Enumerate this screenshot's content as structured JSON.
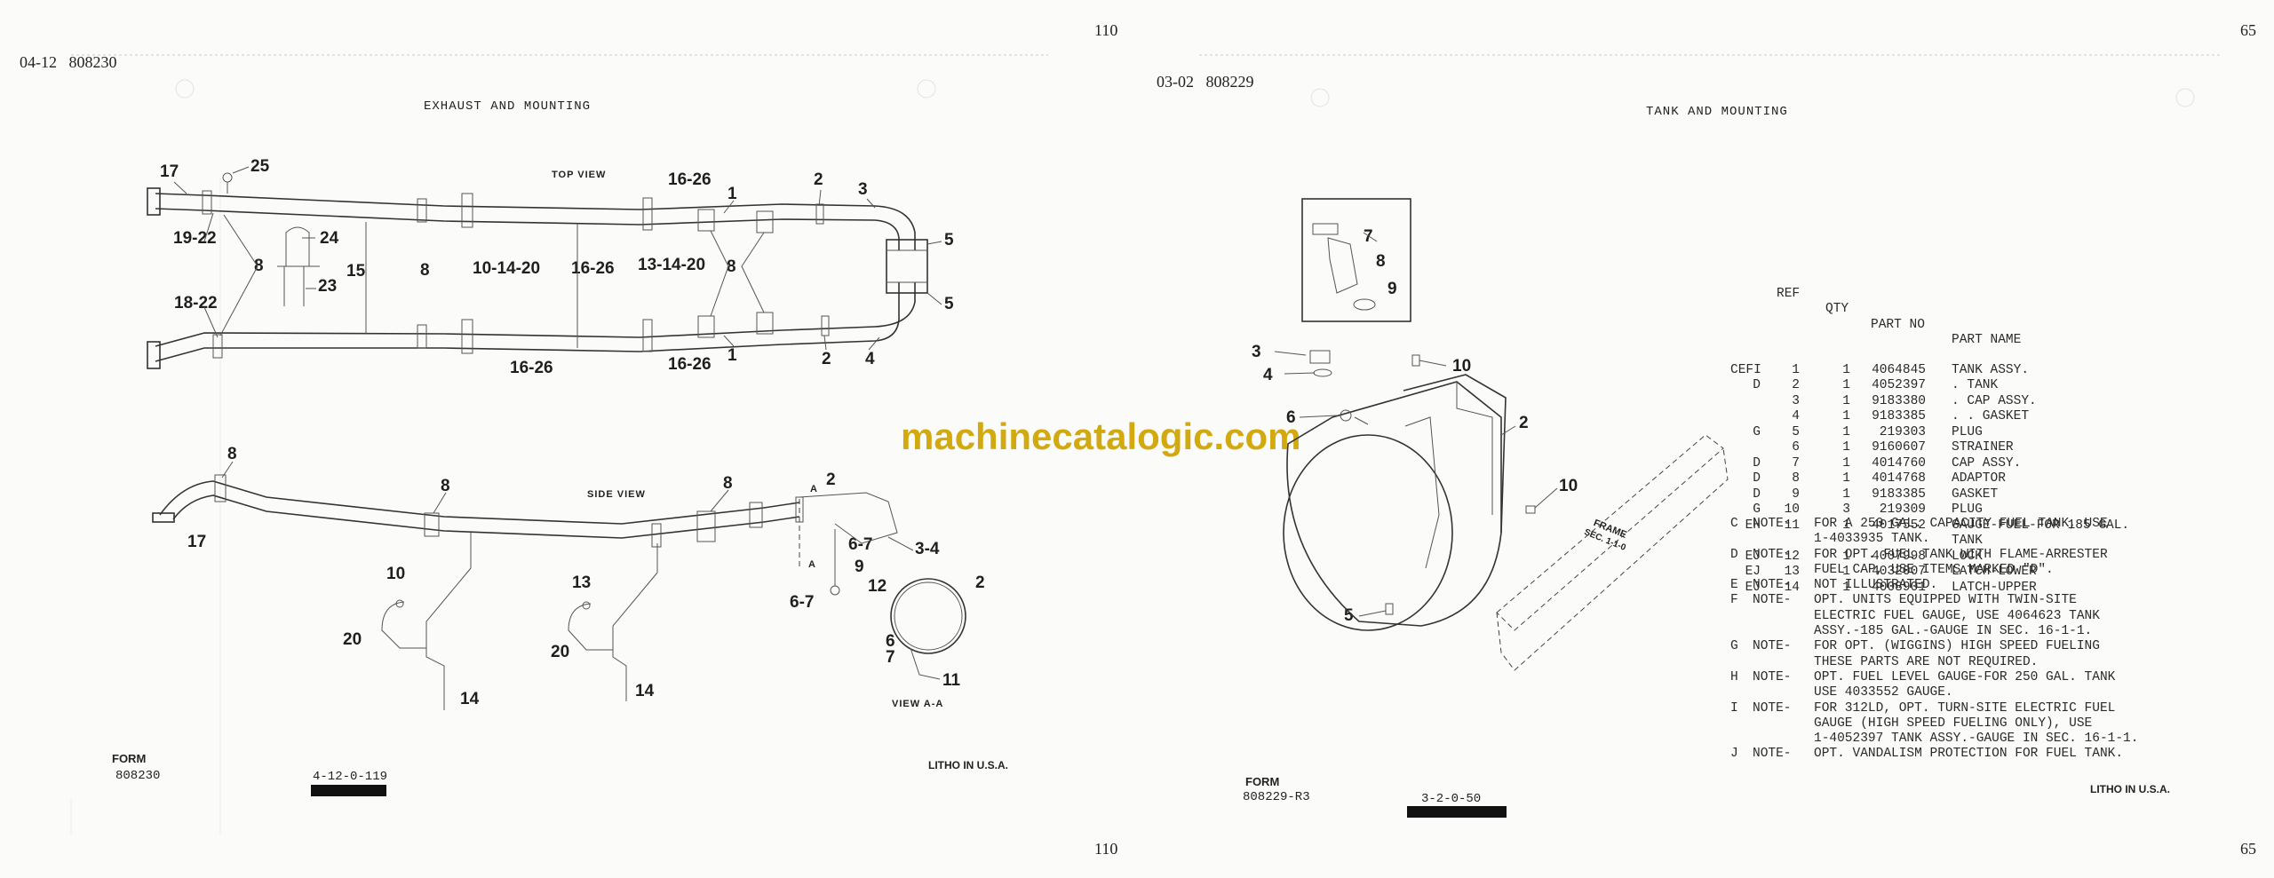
{
  "watermark": "machinecatalogic.com",
  "left_page": {
    "top_page_number": "110",
    "bottom_page_number": "110",
    "section_header": "04-12   808230",
    "title": "EXHAUST AND MOUNTING",
    "top_view_label": "TOP VIEW",
    "side_view_label": "SIDE VIEW",
    "view_aa_label": "VIEW A-A",
    "section_a_marker": "A",
    "form_label": "FORM",
    "form_number": "808230",
    "drawing_number": "4-12-0-119",
    "litho": "LITHO IN U.S.A.",
    "callouts": {
      "c17": "17",
      "c25": "25",
      "c19_22": "19-22",
      "c24": "24",
      "c8": "8",
      "c23": "23",
      "c15": "15",
      "c18_22": "18-22",
      "c10_14_20": "10-14-20",
      "c16_26": "16-26",
      "c13_14_20": "13-14-20",
      "c1": "1",
      "c2": "2",
      "c3": "3",
      "c4": "4",
      "c5": "5",
      "c3_4": "3-4",
      "c6_7": "6-7",
      "c9": "9",
      "c12": "12",
      "c10": "10",
      "c20": "20",
      "c13": "13",
      "c14": "14",
      "c6": "6",
      "c7": "7",
      "c11": "11"
    }
  },
  "right_page": {
    "top_page_number": "65",
    "bottom_page_number": "65",
    "section_header": "03-02   808229",
    "title": "TANK AND MOUNTING",
    "frame_label_1": "FRAME",
    "frame_label_2": "SEC. 1-1-0",
    "form_label": "FORM",
    "form_number": "808229-R3",
    "drawing_number": "3-2-0-50",
    "litho": "LITHO IN U.S.A.",
    "callouts": {
      "c2": "2",
      "c3": "3",
      "c4": "4",
      "c5": "5",
      "c6": "6",
      "c7": "7",
      "c8": "8",
      "c9": "9",
      "c10a": "10",
      "c10b": "10"
    },
    "parts_table": {
      "headers": {
        "ref": "REF",
        "qty": "QTY",
        "part_no": "PART NO",
        "part_name": "PART NAME"
      },
      "rows": [
        {
          "code": "CEFI",
          "ref": "1",
          "qty": "1",
          "part_no": "4064845",
          "name": "TANK ASSY."
        },
        {
          "code": "D",
          "ref": "2",
          "qty": "1",
          "part_no": "4052397",
          "name": ". TANK"
        },
        {
          "code": "",
          "ref": "3",
          "qty": "1",
          "part_no": "9183380",
          "name": ". CAP ASSY."
        },
        {
          "code": "",
          "ref": "4",
          "qty": "1",
          "part_no": "9183385",
          "name": ". . GASKET"
        },
        {
          "code": "G",
          "ref": "5",
          "qty": "1",
          "part_no": "219303",
          "name": "PLUG"
        },
        {
          "code": "",
          "ref": "6",
          "qty": "1",
          "part_no": "9160607",
          "name": "STRAINER"
        },
        {
          "code": "D",
          "ref": "7",
          "qty": "1",
          "part_no": "4014760",
          "name": "CAP ASSY."
        },
        {
          "code": "D",
          "ref": "8",
          "qty": "1",
          "part_no": "4014768",
          "name": "ADAPTOR"
        },
        {
          "code": "D",
          "ref": "9",
          "qty": "1",
          "part_no": "9183385",
          "name": "GASKET"
        },
        {
          "code": "G",
          "ref": "10",
          "qty": "3",
          "part_no": "219309",
          "name": "PLUG"
        },
        {
          "code": "EH",
          "ref": "11",
          "qty": "1",
          "part_no": "4017552",
          "name": "GAUGE-FUEL-FOR 185 GAL."
        },
        {
          "code": "",
          "ref": "",
          "qty": "",
          "part_no": "",
          "name": "TANK"
        },
        {
          "code": "EJ",
          "ref": "12",
          "qty": "1",
          "part_no": "4007998",
          "name": "LOCK"
        },
        {
          "code": "EJ",
          "ref": "13",
          "qty": "1",
          "part_no": "4032007",
          "name": "LATCH-LOWER"
        },
        {
          "code": "EJ",
          "ref": "14",
          "qty": "1",
          "part_no": "4008901",
          "name": "LATCH-UPPER"
        }
      ]
    },
    "notes": [
      {
        "code": "C",
        "label": "NOTE-",
        "lines": [
          "FOR A 250 GAL. CAPACITY FUEL TANK, USE",
          "1-4033935 TANK."
        ]
      },
      {
        "code": "D",
        "label": "NOTE-",
        "lines": [
          "FOR OPT. FUEL TANK WITH FLAME-ARRESTER",
          "FUEL CAP, USE ITEMS MARKED \"D\"."
        ]
      },
      {
        "code": "E",
        "label": "NOTE-",
        "lines": [
          "NOT ILLUSTRATED."
        ]
      },
      {
        "code": "F",
        "label": "NOTE-",
        "lines": [
          "OPT. UNITS EQUIPPED WITH TWIN-SITE",
          "ELECTRIC FUEL GAUGE, USE 4064623 TANK",
          "ASSY.-185 GAL.-GAUGE IN SEC. 16-1-1."
        ]
      },
      {
        "code": "G",
        "label": "NOTE-",
        "lines": [
          "FOR OPT. (WIGGINS) HIGH SPEED FUELING",
          "THESE PARTS ARE NOT REQUIRED."
        ]
      },
      {
        "code": "H",
        "label": "NOTE-",
        "lines": [
          "OPT. FUEL LEVEL GAUGE-FOR 250 GAL. TANK",
          "USE 4033552 GAUGE."
        ]
      },
      {
        "code": "I",
        "label": "NOTE-",
        "lines": [
          "FOR 312LD, OPT. TURN-SITE ELECTRIC FUEL",
          "GAUGE (HIGH SPEED FUELING ONLY), USE",
          "1-4052397 TANK ASSY.-GAUGE IN SEC. 16-1-1."
        ]
      },
      {
        "code": "J",
        "label": "NOTE-",
        "lines": [
          "OPT. VANDALISM PROTECTION FOR FUEL TANK."
        ]
      }
    ]
  }
}
